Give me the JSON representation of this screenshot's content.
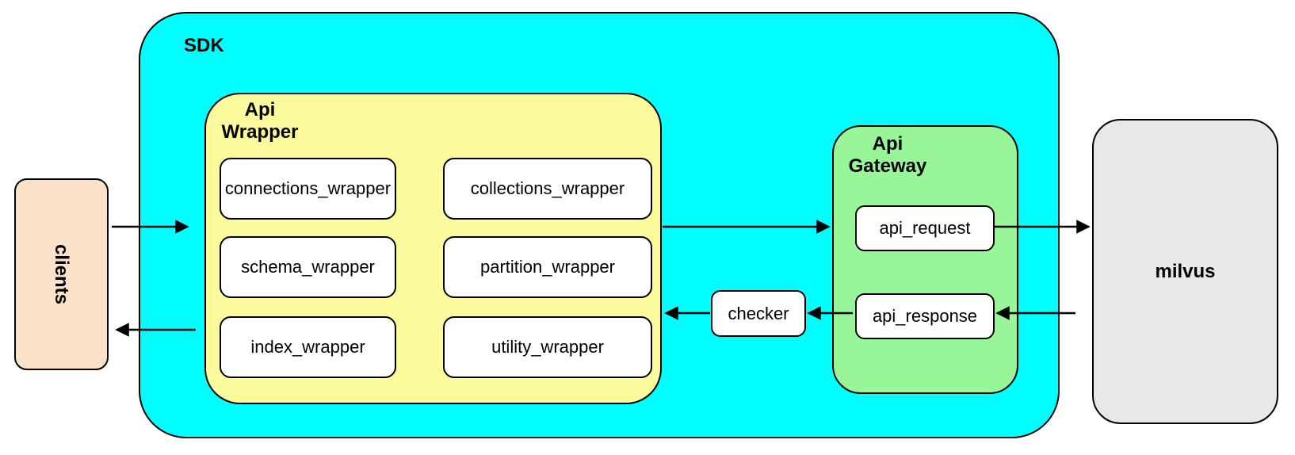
{
  "diagram": {
    "clients": {
      "label": "clients",
      "fill": "#FBE2C8",
      "orientation": "vertical"
    },
    "sdk": {
      "label": "SDK",
      "fill": "#00FFFF"
    },
    "api_wrapper": {
      "label": "Api Wrapper",
      "fill": "#FBFB9D",
      "items": [
        "connections_wrapper",
        "collections_wrapper",
        "schema_wrapper",
        "partition_wrapper",
        "index_wrapper",
        "utility_wrapper"
      ]
    },
    "checker": {
      "label": "checker",
      "fill": "#FFFFFF"
    },
    "api_gateway": {
      "label": "Api Gateway",
      "fill": "#98F698",
      "items": [
        "api_request",
        "api_response"
      ]
    },
    "milvus": {
      "label": "milvus",
      "fill": "#E8E8E8"
    },
    "colors": {
      "border": "#000000",
      "node_box": "#FFFFFF",
      "background": "#FFFFFF"
    },
    "connections": [
      {
        "from": "clients",
        "to": "sdk"
      },
      {
        "from": "sdk",
        "to": "clients"
      },
      {
        "from": "api_wrapper",
        "to": "api_gateway"
      },
      {
        "from": "api_request",
        "to": "milvus"
      },
      {
        "from": "milvus",
        "to": "api_response"
      },
      {
        "from": "api_response",
        "to": "checker"
      },
      {
        "from": "checker",
        "to": "api_wrapper"
      }
    ]
  }
}
